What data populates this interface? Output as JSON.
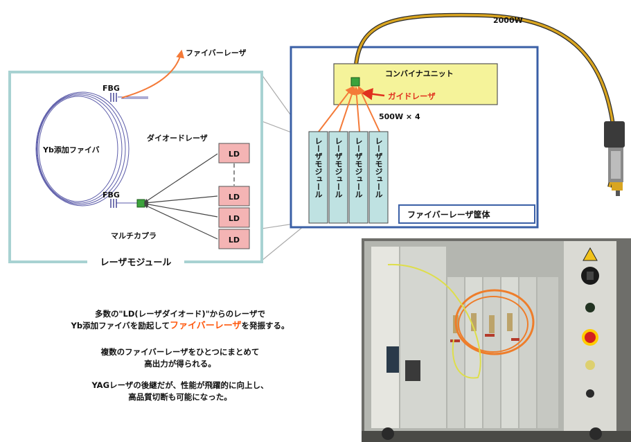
{
  "diagram": {
    "fiber_laser_out": "ファイバーレーザ",
    "fbg_top": "FBG",
    "fbg_bottom": "FBG",
    "yb_fiber": "Yb添加ファイバ",
    "diode_laser": "ダイオードレーザ",
    "ld_label": "LD",
    "multi_coupler": "マルチカプラ",
    "laser_module_title": "レーザモジュール",
    "combiner_unit": "コンバイナユニット",
    "guide_laser": "ガイドレーザ",
    "power_each": "500W × 4",
    "power_total": "2000W",
    "module_column": "レーザモジュール",
    "enclosure_title": "ファイバーレーザ筐体"
  },
  "description": {
    "line1": "多数の\"LD(レーザダイオード)\"からのレーザで",
    "line2_a": "Yb添加ファイバを励起して",
    "line2_highlight": "ファイバーレーザ",
    "line2_b": "を発振する。",
    "line3": "複数のファイバーレーザをひとつにまとめて",
    "line4": "高出力が得られる。",
    "line5": "YAGレーザの後継だが、性能が飛躍的に向上し、",
    "line6": "高品質切断も可能になった。"
  },
  "colors": {
    "module_border": "#a8d2d2",
    "enclosure_border": "#3a5fa6",
    "combiner_fill": "#f5f39a",
    "ld_fill": "#f4b4b4",
    "column_fill": "#bfe2e2",
    "orange": "#f47a38",
    "coil": "#5a5aa8",
    "fiber_cable": "#d9a520"
  }
}
